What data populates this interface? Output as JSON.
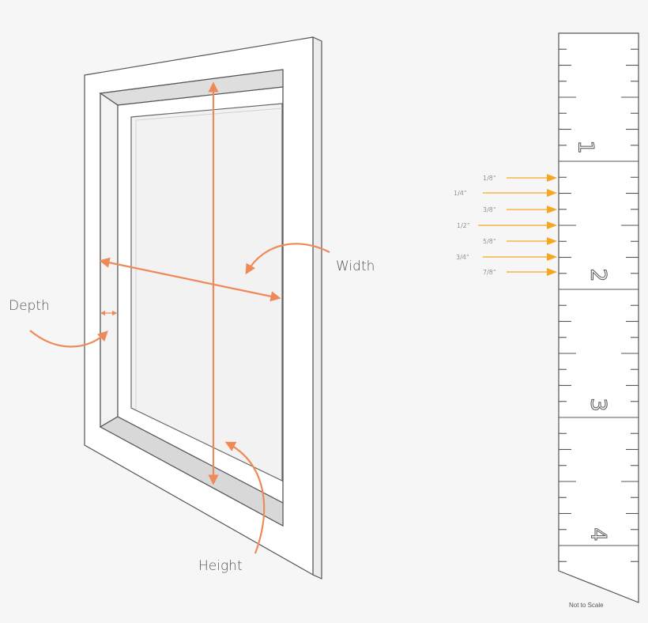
{
  "diagram": {
    "labels": {
      "width": "Width",
      "height": "Height",
      "depth": "Depth"
    },
    "ruler": {
      "numbers": [
        "1",
        "2",
        "3",
        "4"
      ],
      "fractions": [
        "1/8”",
        "1/4”",
        "3/8”",
        "1/2”",
        "5/8”",
        "3/4”",
        "7/8”"
      ],
      "note": "Not to Scale"
    },
    "colors": {
      "measure_arrow": "#ee8a57",
      "fraction_arrow": "#f5a623",
      "frame_outline": "#555555",
      "frame_fill": "#ffffff",
      "reveal_fill": "#e8e8e8",
      "background": "#f6f6f6"
    }
  }
}
